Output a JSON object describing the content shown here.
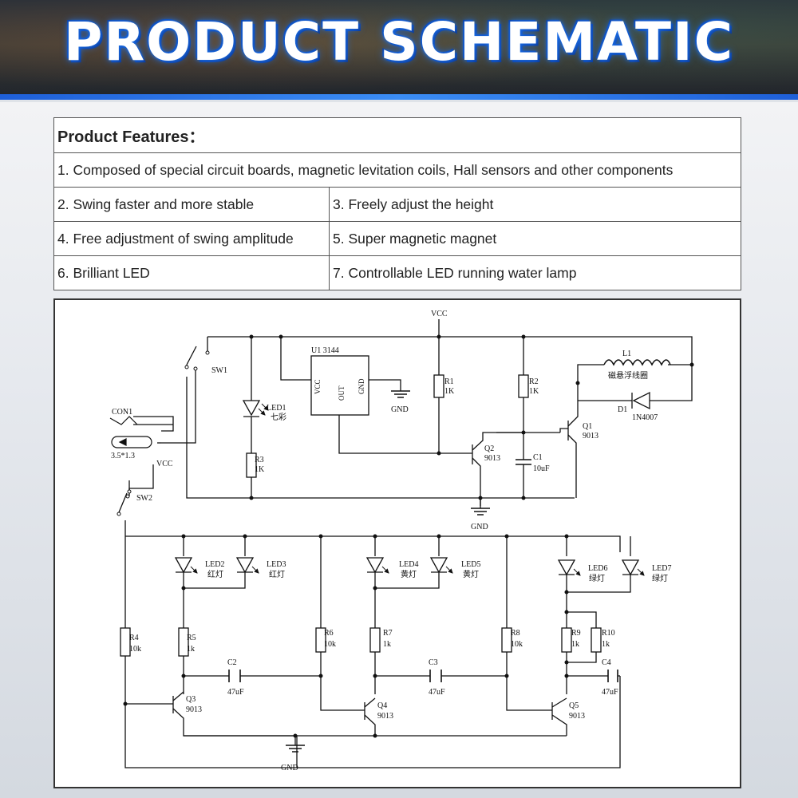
{
  "banner": {
    "title": "PRODUCT SCHEMATIC"
  },
  "features": {
    "heading": "Product Features：",
    "row1": "1. Composed of special circuit boards, magnetic levitation coils, Hall sensors and other components",
    "row2": [
      "2. Swing faster and more stable",
      "3. Freely adjust the height"
    ],
    "row3": [
      "4. Free adjustment of swing amplitude",
      "5. Super magnetic magnet"
    ],
    "row4": [
      "6. Brilliant LED",
      "7. Controllable LED running water lamp"
    ]
  },
  "schematic": {
    "vcc": "VCC",
    "vcc2": "VCC",
    "gnd_top": "GND",
    "gnd_q2": "GND",
    "gnd_bottom": "GND",
    "sw1": "SW1",
    "sw2": "SW2",
    "con1": "CON1",
    "jack": "3.5*1.3",
    "u1": "U1 3144",
    "u1_vcc": "VCC",
    "u1_out": "OUT",
    "u1_gnd": "GND",
    "led1": "LED1",
    "led1_color": "七彩",
    "r1": "R1",
    "r1_val": "1K",
    "r2": "R2",
    "r2_val": "1K",
    "r3": "R3",
    "r3_val": "1K",
    "q1": "Q1",
    "q1_val": "9013",
    "q2": "Q2",
    "q2_val": "9013",
    "c1": "C1",
    "c1_val": "10uF",
    "l1": "L1",
    "l1_desc": "磁悬浮线圈",
    "d1": "D1",
    "d1_val": "1N4007",
    "led2": "LED2",
    "led2_color": "红灯",
    "led3": "LED3",
    "led3_color": "红灯",
    "led4": "LED4",
    "led4_color": "黄灯",
    "led5": "LED5",
    "led5_color": "黄灯",
    "led6": "LED6",
    "led6_color": "绿灯",
    "led7": "LED7",
    "led7_color": "绿灯",
    "r4": "R4",
    "r4_val": "10k",
    "r5": "R5",
    "r5_val": "1k",
    "r6": "R6",
    "r6_val": "10k",
    "r7": "R7",
    "r7_val": "1k",
    "r8": "R8",
    "r8_val": "10k",
    "r9": "R9",
    "r9_val": "1k",
    "r10": "R10",
    "r10_val": "1k",
    "c2": "C2",
    "c2_val": "47uF",
    "c3": "C3",
    "c3_val": "47uF",
    "c4": "C4",
    "c4_val": "47uF",
    "q3": "Q3",
    "q3_val": "9013",
    "q4": "Q4",
    "q4_val": "9013",
    "q5": "Q5",
    "q5_val": "9013"
  }
}
